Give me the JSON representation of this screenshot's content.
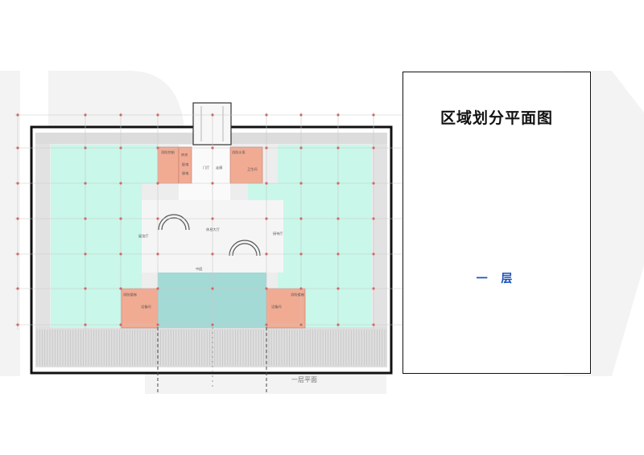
{
  "legend": {
    "title": "区域划分平面图",
    "level": "一 层"
  },
  "plan": {
    "caption": "一层平面",
    "colors": {
      "office_zone": "#c9f7ea",
      "service_room": "#f2ab93",
      "atrium": "#a3dad6",
      "walkway": "#ececec",
      "outline": "#111111",
      "grid_node": "#d06a6a",
      "watermark": "#f2f2f2",
      "legend_level": "#1a50b8"
    },
    "rooms": [
      {
        "label": "消防控制"
      },
      {
        "label": "库房"
      },
      {
        "label": "配电"
      },
      {
        "label": "弱电"
      },
      {
        "label": "消防水泵"
      },
      {
        "label": "卫生间"
      },
      {
        "label": "门厅"
      },
      {
        "label": "走廊"
      },
      {
        "label": "休息大厅"
      },
      {
        "label": "展览厅"
      },
      {
        "label": "接待厅"
      },
      {
        "label": "中庭"
      },
      {
        "label": "消防楼梯"
      },
      {
        "label": "设备间"
      },
      {
        "label": "消防楼梯"
      },
      {
        "label": "设备间"
      }
    ]
  }
}
